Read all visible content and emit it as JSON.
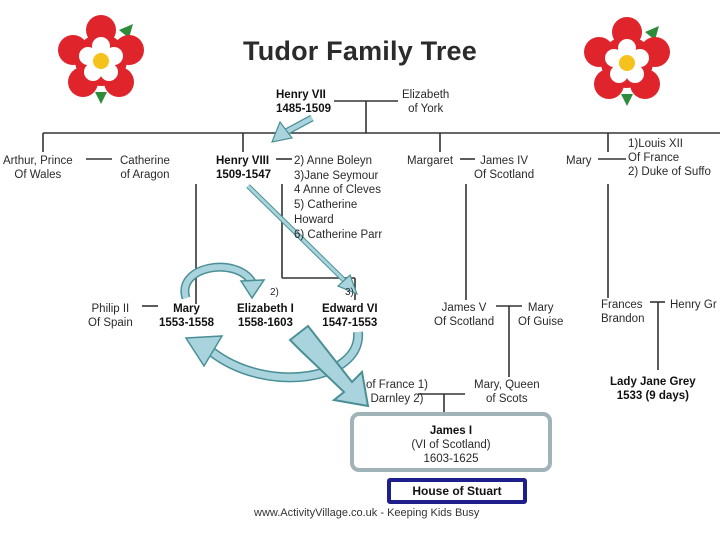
{
  "title": "Tudor Family Tree",
  "footer": "www.ActivityVillage.co.uk - Keeping Kids Busy",
  "colors": {
    "rose_red": "#e0242b",
    "rose_white": "#ffffff",
    "rose_center": "#f4c21a",
    "leaf_green": "#2e8b3a",
    "arrow_blue": "#a9d4dd",
    "arrow_teal": "#4b8f96",
    "box_border": "#9fb3b9",
    "stuart_border": "#1e1e8c"
  },
  "icons": {
    "left_rose": "tudor-rose-icon",
    "right_rose": "tudor-rose-icon"
  },
  "people": {
    "henry7": {
      "name": "Henry VII",
      "dates": "1485-1509"
    },
    "elizabeth_york": {
      "line1": "Elizabeth",
      "line2": "of York"
    },
    "arthur": {
      "line1": "Arthur, Prince",
      "line2": "Of Wales"
    },
    "catherine_aragon": {
      "line1": "Catherine",
      "line2": "of Aragon"
    },
    "henry8": {
      "name": "Henry VIII",
      "dates": "1509-1547"
    },
    "henry8_wives": [
      "2) Anne Boleyn",
      "3)Jane Seymour",
      "4 Anne of Cleves",
      "5)  Catherine",
      "Howard",
      "6) Catherine Parr"
    ],
    "margaret": {
      "name": "Margaret"
    },
    "james4": {
      "line1": "James IV",
      "line2": "Of Scotland"
    },
    "mary_sister": {
      "name": "Mary"
    },
    "mary_sister_spouses": [
      "1)Louis XII",
      "Of France",
      "2) Duke of Suffo"
    ],
    "philip2": {
      "line1": "Philip II",
      "line2": "Of Spain"
    },
    "mary1": {
      "name": "Mary",
      "dates": "1553-1558"
    },
    "elizabeth1": {
      "name": "Elizabeth I",
      "dates": "1558-1603"
    },
    "edward6": {
      "name": "Edward VI",
      "dates": "1547-1553"
    },
    "james5": {
      "line1": "James V",
      "line2": "Of Scotland"
    },
    "mary_guise": {
      "line1": "Mary",
      "line2": "Of Guise"
    },
    "frances": {
      "line1": "Frances",
      "line2": "Brandon"
    },
    "henry_grey": {
      "name": "Henry Gr"
    },
    "jane_grey": {
      "name": "Lady Jane Grey",
      "dates": "1533 (9 days)"
    },
    "francis_darnley": {
      "line1": "of France 1)",
      "line2": "Darnley 2)"
    },
    "mary_scots": {
      "line1": "Mary, Queen",
      "line2": "of Scots"
    },
    "james1": {
      "line1": "James I",
      "line2": "(VI of Scotland)",
      "line3": "1603-1625"
    }
  },
  "markers": {
    "two": "2)",
    "three": "3)"
  },
  "house_label": "House of Stuart"
}
